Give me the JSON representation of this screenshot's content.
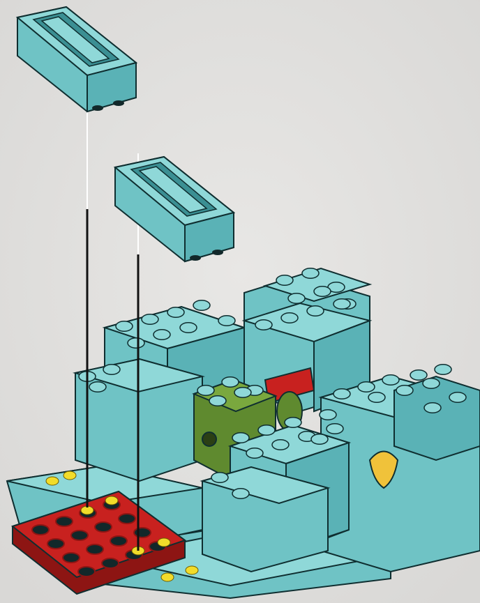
{
  "illustration": {
    "kind": "building-instruction-step",
    "colors": {
      "background": "#e2e1df",
      "teal_top": "#8fd8d8",
      "teal_left": "#6fc3c5",
      "teal_right": "#5ab2b6",
      "outline": "#0f2e30",
      "stud_dark": "#12282a",
      "red": "#c8211f",
      "red_dark": "#8d1513",
      "green": "#5f8a2f",
      "green_dark": "#3f6420",
      "yellow_marker": "#f2dc2a",
      "yellow_part": "#f0c23a",
      "guide_line_white": "#ffffff",
      "guide_line_black": "#111111"
    },
    "parts": [
      {
        "name": "brick-1x4-top",
        "color": "teal"
      },
      {
        "name": "brick-1x4-middle",
        "color": "teal"
      },
      {
        "name": "plate-4x4-red",
        "color": "red"
      },
      {
        "name": "technic-brick-green",
        "color": "green"
      },
      {
        "name": "yellow-clip-part",
        "color": "yellow"
      }
    ],
    "guide_lines": 2
  }
}
